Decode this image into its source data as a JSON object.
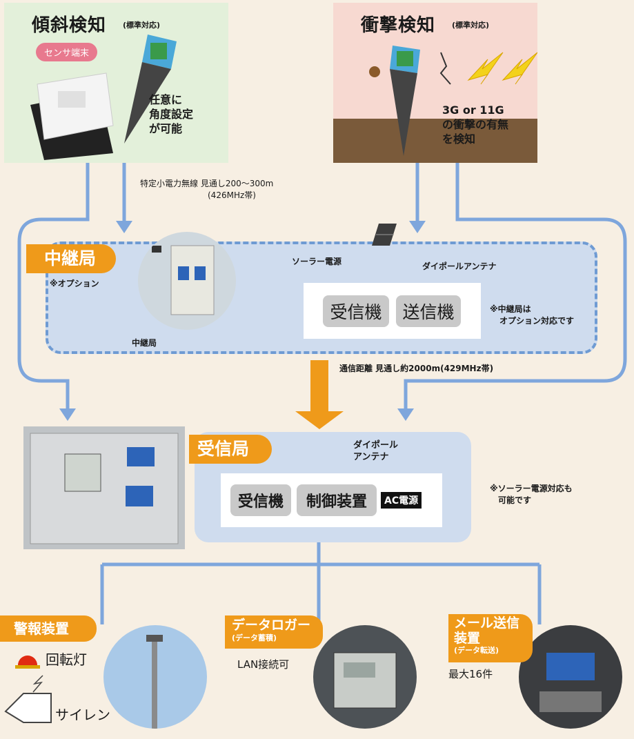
{
  "tilt": {
    "title": "傾斜検知",
    "sub": "(標準対応)",
    "pill": "センサ端末",
    "desc": [
      "任意に",
      "角度設定",
      "が可能"
    ]
  },
  "shock": {
    "title": "衝撃検知",
    "sub": "(標準対応)",
    "desc": [
      "3G or 11G",
      "の衝撃の有無",
      "を検知"
    ]
  },
  "radio1": {
    "line1": "特定小電力無線 見通し200〜300m",
    "line2": "(426MHz帯)"
  },
  "relay": {
    "tag": "中継局",
    "option": "※オプション",
    "photo_caption": "中継局",
    "solar": "ソーラー電源",
    "dipole": "ダイポールアンテナ",
    "receiver": "受信機",
    "transmitter": "送信機",
    "note1": "※中継局は",
    "note2": "オプション対応です"
  },
  "radio2": "通信距離 見通し約2000m(429MHz帯)",
  "station": {
    "tag": "受信局",
    "dipole1": "ダイポール",
    "dipole2": "アンテナ",
    "receiver": "受信機",
    "controller": "制御装置",
    "ac": "AC電源",
    "note1": "※ソーラー電源対応も",
    "note2": "可能です"
  },
  "alarm": {
    "tag": "警報装置",
    "lamp": "回転灯",
    "siren": "サイレン"
  },
  "logger": {
    "tag": "データロガー",
    "sub": "(データ蓄積)",
    "lan": "LAN接続可"
  },
  "mail": {
    "tag1": "メール送信",
    "tag2": "装置",
    "sub": "(データ転送)",
    "max": "最大16件"
  },
  "colors": {
    "line": "#7ea6dc",
    "orange": "#ef9a1a",
    "panelBlue": "#cfdcee",
    "tiltBg": "#e3f0da",
    "shockBg": "#f7d9d1",
    "bg": "#f7efe3"
  }
}
